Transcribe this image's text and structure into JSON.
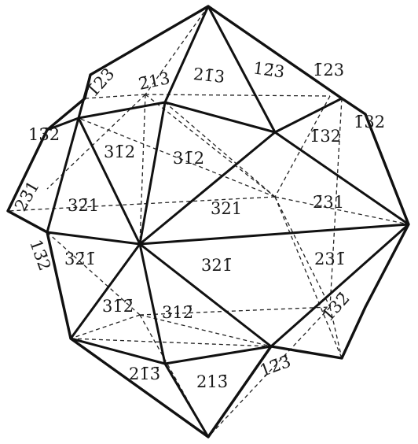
{
  "figure": {
    "type": "crystal-form-projection",
    "colors": {
      "line": "#111111",
      "background": "#ffffff"
    },
    "face_labels": [
      {
        "id": "f-123-upper-left",
        "text": "1̄23"
      },
      {
        "id": "f-213-upper-left",
        "text": "2̄13"
      },
      {
        "id": "f-213-top-mid",
        "text": "21̄3"
      },
      {
        "id": "f-123-top-right",
        "text": "12̄3"
      },
      {
        "id": "f-123-far-right",
        "text": "1̄23"
      },
      {
        "id": "f-132-upper-left",
        "text": "13̄2"
      },
      {
        "id": "f-312-upper",
        "text": "31̄2"
      },
      {
        "id": "f-312-upper-mid",
        "text": "31̄2"
      },
      {
        "id": "f-132-upper-right",
        "text": "1̄32"
      },
      {
        "id": "f-132-far-right",
        "text": "1̄32"
      },
      {
        "id": "f-231-left",
        "text": "23̄1"
      },
      {
        "id": "f-321-left",
        "text": "32̄1"
      },
      {
        "id": "f-321-center",
        "text": "321"
      },
      {
        "id": "f-231-right",
        "text": "2̄31"
      },
      {
        "id": "f-132-lower-left",
        "text": "13̄2"
      },
      {
        "id": "f-321-lower-left",
        "text": "32̄1̄"
      },
      {
        "id": "f-321-lower-mid",
        "text": "321̄"
      },
      {
        "id": "f-231-lower-right",
        "text": "231̄"
      },
      {
        "id": "f-312-lower-left",
        "text": "31̄2̄"
      },
      {
        "id": "f-312-lower-mid",
        "text": "312̄"
      },
      {
        "id": "f-132-lower-right",
        "text": "1̄32̄"
      },
      {
        "id": "f-213-bottom-left",
        "text": "21̄3̄"
      },
      {
        "id": "f-213-bottom-mid",
        "text": "213̄"
      },
      {
        "id": "f-123-bottom-right",
        "text": "12̄3̄"
      }
    ]
  }
}
